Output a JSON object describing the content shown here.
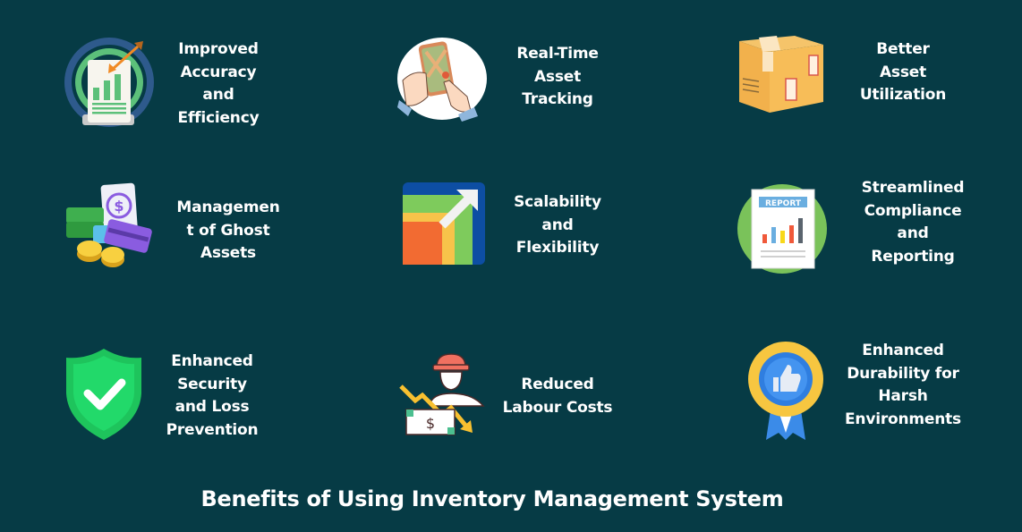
{
  "title": "Benefits of Using Inventory Management System",
  "colors": {
    "background": "#063b45",
    "text": "#ffffff"
  },
  "benefits": [
    {
      "label": "Improved\nAccuracy\nand\nEfficiency",
      "icon": "report-target-icon"
    },
    {
      "label": "Real-Time\nAsset\nTracking",
      "icon": "phone-map-tracking-icon"
    },
    {
      "label": "Better\nAsset\nUtilization",
      "icon": "cardboard-box-icon"
    },
    {
      "label": "Managemen\nt of Ghost\nAssets",
      "icon": "money-cards-coins-icon"
    },
    {
      "label": "Scalability\nand\nFlexibility",
      "icon": "growth-arrow-squares-icon"
    },
    {
      "label": "Streamlined\nCompliance\nand\nReporting",
      "icon": "report-bar-chart-icon"
    },
    {
      "label": "Enhanced\nSecurity\nand Loss\nPrevention",
      "icon": "shield-check-icon"
    },
    {
      "label": "Reduced\nLabour Costs",
      "icon": "worker-cost-down-icon"
    },
    {
      "label": "Enhanced\nDurability for\nHarsh\nEnvironments",
      "icon": "thumbs-up-badge-icon"
    }
  ]
}
